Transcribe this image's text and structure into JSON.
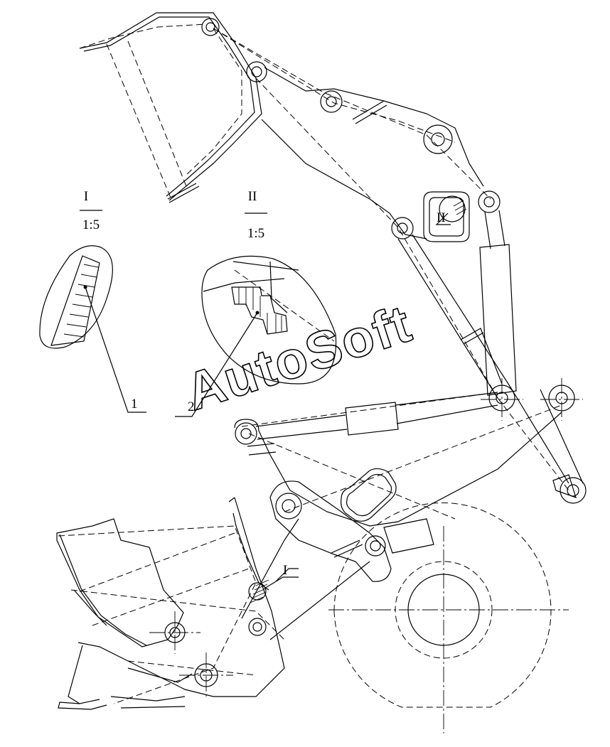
{
  "detail_I": {
    "label": "I",
    "scale": "1:5",
    "callout": "1"
  },
  "detail_II": {
    "label": "II",
    "scale": "1:5",
    "callout": "2"
  },
  "markers": {
    "detail_I": "I",
    "detail_II": "II"
  },
  "watermark": "AutoSoft"
}
